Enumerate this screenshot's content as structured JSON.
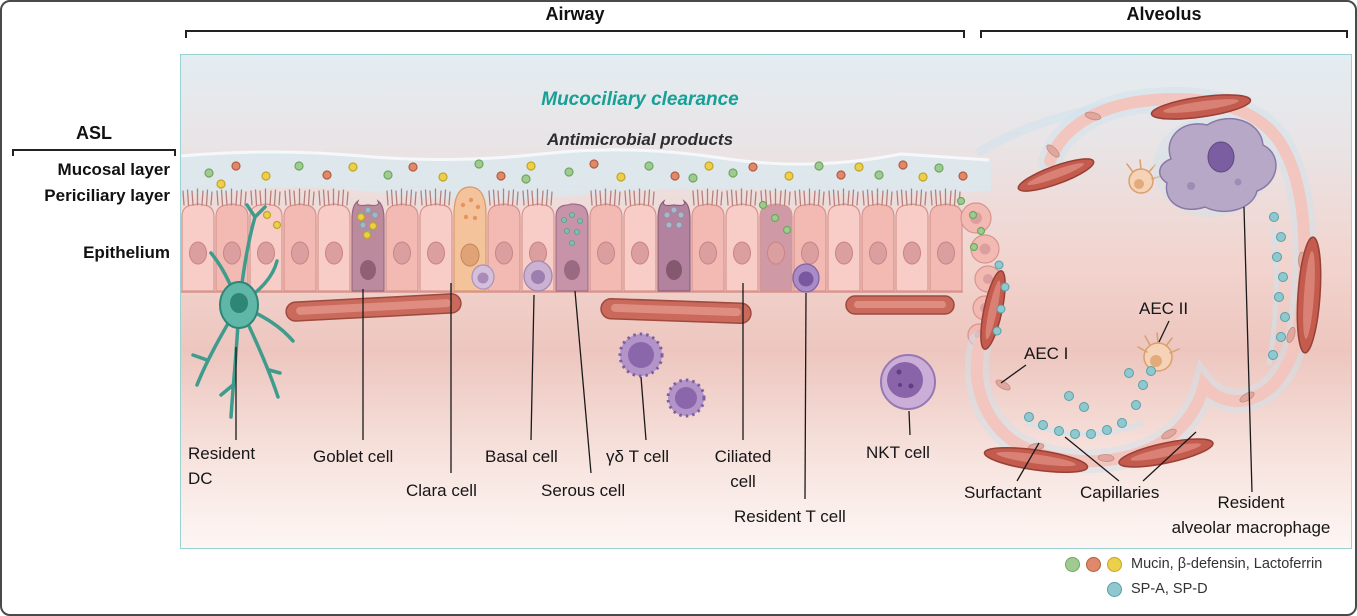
{
  "header": {
    "airway": "Airway",
    "alveolus": "Alveolus"
  },
  "side": {
    "asl": "ASL",
    "mucosal_layer": "Mucosal layer",
    "periciliary_layer": "Periciliary layer",
    "epithelium": "Epithelium"
  },
  "panel": {
    "title": "Mucociliary clearance",
    "subtitle": "Antimicrobial products",
    "title_color": "#16a096"
  },
  "labels": {
    "resident_dc": "Resident\nDC",
    "goblet_cell": "Goblet cell",
    "clara_cell": "Clara cell",
    "basal_cell": "Basal cell",
    "serous_cell": "Serous cell",
    "gamma_delta_t_cell": "γδ T cell",
    "ciliated_cell": "Ciliated\ncell",
    "resident_t_cell": "Resident T cell",
    "nkt_cell": "NKT cell",
    "aec_i": "AEC I",
    "aec_ii": "AEC II",
    "surfactant": "Surfactant",
    "capillaries": "Capillaries",
    "resident_alveolar_macrophage": "Resident\nalveolar macrophage"
  },
  "legend": {
    "mucins": {
      "label": "Mucin, β-defensin, Lactoferrin",
      "colors": [
        "#9fcb92",
        "#e0886a",
        "#eccf4a"
      ]
    },
    "surfactant_proteins": {
      "label": "SP-A, SP-D",
      "colors": [
        "#8fc9cf"
      ]
    }
  }
}
